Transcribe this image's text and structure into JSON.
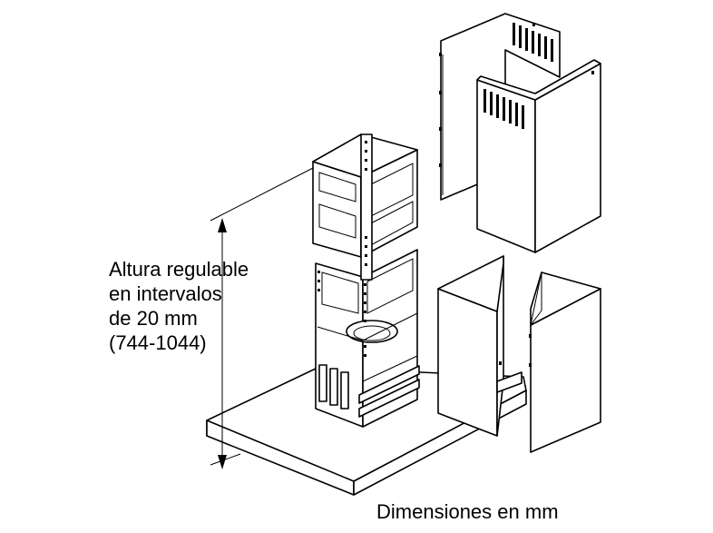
{
  "figure": {
    "height_label_lines": [
      "Altura regulable",
      "en intervalos",
      "de 20 mm",
      "(744-1044)"
    ],
    "units_label": "Dimensiones en mm"
  }
}
